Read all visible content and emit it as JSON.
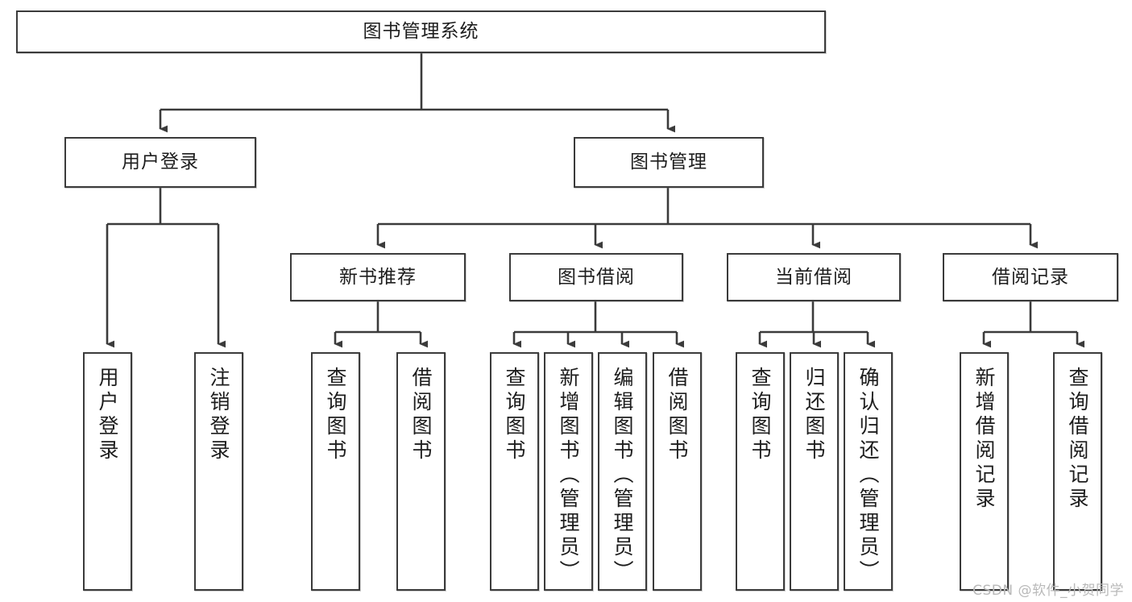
{
  "diagram": {
    "type": "tree-hierarchy",
    "title": "图书管理系统",
    "watermark": "CSDN @软件_小贺同学",
    "colors": {
      "box_border": "#3b3b3b",
      "box_fill": "#ffffff",
      "connector": "#3b3b3b",
      "text": "#1d1d1d",
      "watermark": "#b9b9b9"
    },
    "root": {
      "label": "图书管理系统"
    },
    "level2": [
      {
        "label": "用户登录"
      },
      {
        "label": "图书管理"
      }
    ],
    "level3": [
      {
        "label": "新书推荐"
      },
      {
        "label": "图书借阅"
      },
      {
        "label": "当前借阅"
      },
      {
        "label": "借阅记录"
      }
    ],
    "leaves": {
      "user_login": [
        {
          "label": "用户登录"
        },
        {
          "label": "注销登录"
        }
      ],
      "new_book_recommend": [
        {
          "label": "查询图书"
        },
        {
          "label": "借阅图书"
        }
      ],
      "book_borrow": [
        {
          "label": "查询图书"
        },
        {
          "label": "新增图书（管理员）"
        },
        {
          "label": "编辑图书（管理员）"
        },
        {
          "label": "借阅图书"
        }
      ],
      "current_borrow": [
        {
          "label": "查询图书"
        },
        {
          "label": "归还图书"
        },
        {
          "label": "确认归还（管理员）"
        }
      ],
      "borrow_record": [
        {
          "label": "新增借阅记录"
        },
        {
          "label": "查询借阅记录"
        }
      ]
    }
  }
}
